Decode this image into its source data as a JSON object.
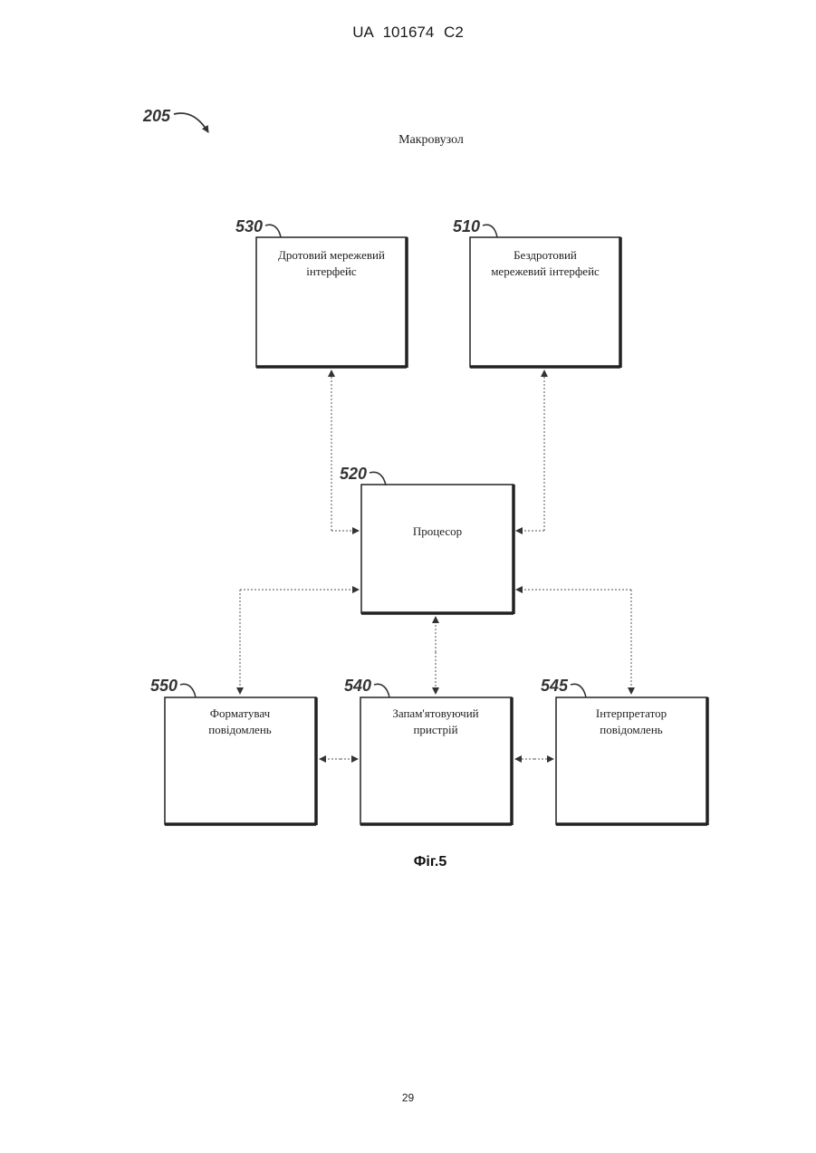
{
  "header": {
    "text": "UA   101674   C2"
  },
  "diagram": {
    "ref_main": "205",
    "title": "Макровузол",
    "boxes": {
      "wired": {
        "ref": "530",
        "lines": [
          "Дротовий мережевий",
          "інтерфейс"
        ]
      },
      "wireless": {
        "ref": "510",
        "lines": [
          "Бездротовий",
          "мережевий інтерфейс"
        ]
      },
      "processor": {
        "ref": "520",
        "lines": [
          "Процесор"
        ]
      },
      "formatter": {
        "ref": "550",
        "lines": [
          "Форматувач",
          "повідомлень"
        ]
      },
      "memory": {
        "ref": "540",
        "lines": [
          "Запам'ятовуючий",
          "пристрій"
        ]
      },
      "interpreter": {
        "ref": "545",
        "lines": [
          "Інтерпретатор",
          "повідомлень"
        ]
      }
    }
  },
  "caption": "Фіг.5",
  "page_number": "29"
}
